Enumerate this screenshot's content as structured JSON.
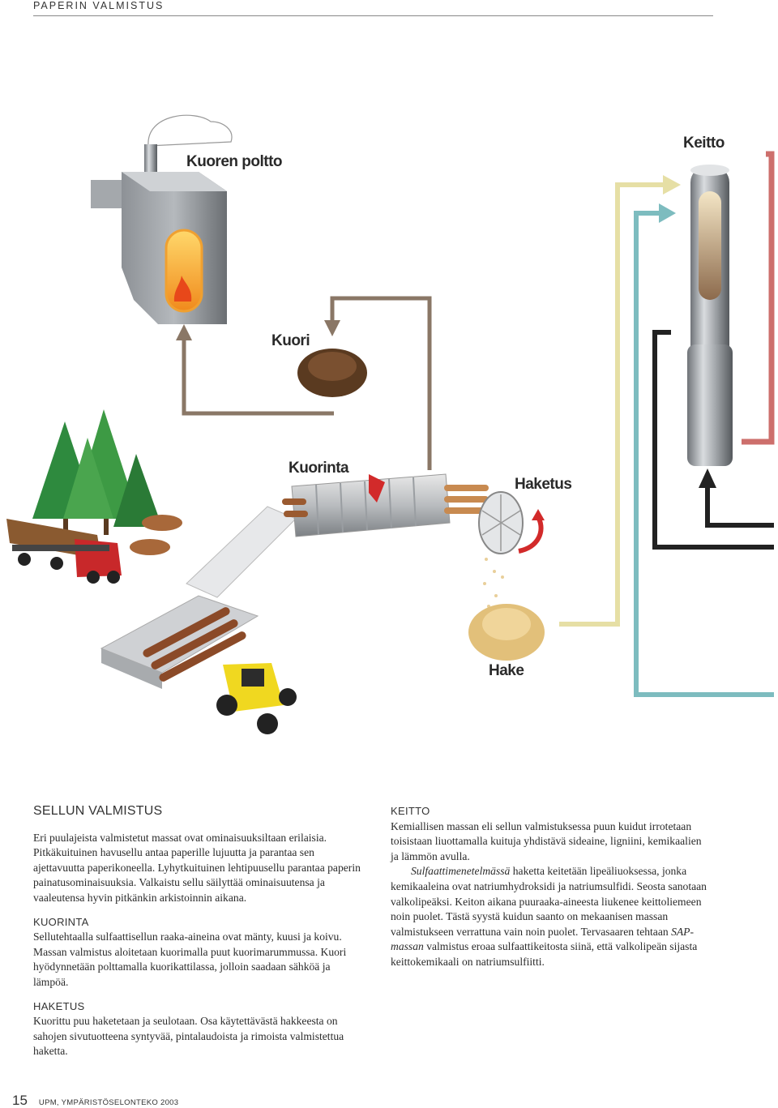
{
  "running_head": "PAPERIN VALMISTUS",
  "diagram": {
    "labels": {
      "kuoren_poltto": "Kuoren poltto",
      "keitto": "Keitto",
      "kuori": "Kuori",
      "kuorinta": "Kuorinta",
      "haketus": "Haketus",
      "hake": "Hake"
    },
    "colors": {
      "bark_line": "#8a7766",
      "yellow_line": "#e6dfa5",
      "teal_line": "#7dbcbf",
      "red_line": "#cd6f6c",
      "black_line": "#222222"
    }
  },
  "left": {
    "main_heading": "SELLUN VALMISTUS",
    "intro": "Eri puulajeista valmistetut massat ovat ominaisuuksiltaan erilaisia. Pitkäkuituinen havusellu antaa paperille lujuutta ja parantaa sen ajettavuutta paperikoneella. Lyhytkuituinen lehtipuusellu parantaa paperin painatusominaisuuksia. Valkaistu sellu säilyttää ominaisuutensa ja vaaleutensa hyvin pitkänkin arkistoinnin aikana.",
    "kuorinta_heading": "KUORINTA",
    "kuorinta_text": "Sellutehtaalla sulfaattisellun raaka-aineina ovat mänty, kuusi ja koivu. Massan valmistus aloitetaan kuorimalla puut kuorimarummussa. Kuori hyödynnetään polttamalla kuorikattilassa, jolloin saadaan sähköä ja lämpöä.",
    "haketus_heading": "HAKETUS",
    "haketus_text": "Kuorittu puu haketetaan ja seulotaan. Osa käytettävästä hakkeesta on sahojen sivutuotteena syntyvää, pintalaudoista ja rimoista valmistettua haketta."
  },
  "right": {
    "keitto_heading": "KEITTO",
    "keitto_p1": "Kemiallisen massan eli sellun valmistuksessa puun kuidut irrotetaan toisistaan liuottamalla kuituja yhdistävä sideaine, ligniini, kemikaalien ja lämmön avulla.",
    "keitto_p2_em1": "Sulfaattimenetelmässä",
    "keitto_p2_a": " haketta keitetään lipeäliuoksessa, jonka kemikaaleina ovat natriumhydroksidi ja natriumsulfidi. Seosta sanotaan valkolipeäksi. Keiton aikana puuraaka-aineesta liukenee keittoliemeen noin puolet. Tästä syystä kuidun saanto on mekaanisen massan valmistukseen verrattuna vain noin puolet. Tervasaaren tehtaan ",
    "keitto_p2_em2": "SAP-massan",
    "keitto_p2_b": " valmistus eroaa sulfaattikeitosta siinä, että valkolipeän sijasta keittokemikaali on natriumsulfiitti."
  },
  "footer": {
    "page_number": "15",
    "publication": "UPM, YMPÄRISTÖSELONTEKO 2003"
  }
}
